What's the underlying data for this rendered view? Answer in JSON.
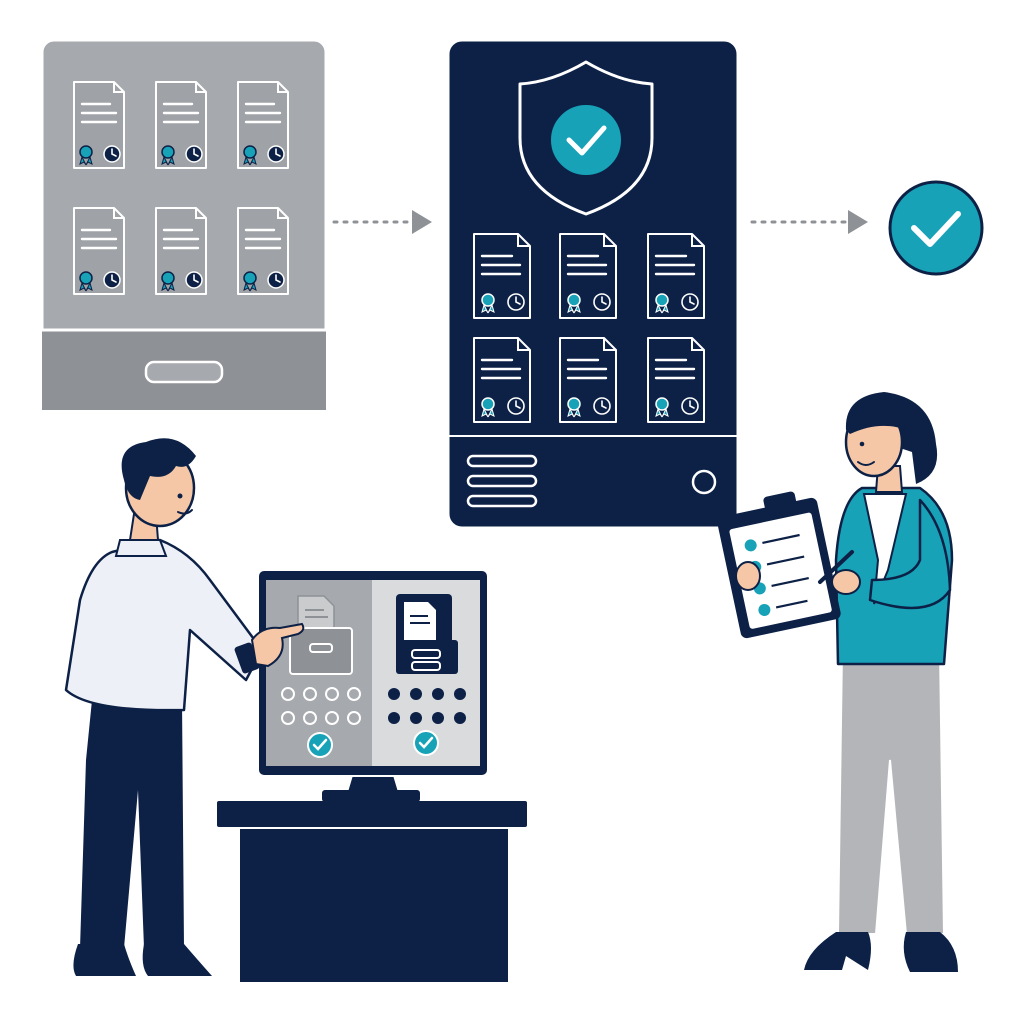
{
  "colors": {
    "navy": "#0d2147",
    "teal": "#17a2b8",
    "gray_dark": "#8e9196",
    "gray_mid": "#a6a9ad",
    "gray_light": "#c9cbcd",
    "white": "#ffffff",
    "skin": "#f6c7a6",
    "shirt": "#eef0f7",
    "pants_gray": "#b3b5b8"
  },
  "illustration": {
    "legacy_cabinet": {
      "document_count": 6,
      "document_icons": [
        "document-icon",
        "certificate-badge-icon",
        "clock-icon"
      ]
    },
    "secure_server": {
      "document_count": 6,
      "shield_icon": "shield-check-icon"
    },
    "flow_arrows": [
      "dotted-arrow-icon",
      "dotted-arrow-icon"
    ],
    "verified_badge": "check-circle-icon",
    "monitor": {
      "left_panel_icons": [
        "document-icon",
        "file-drawer-icon",
        "check-circle-icon"
      ],
      "right_panel_icons": [
        "document-icon",
        "file-drawer-icon",
        "check-circle-icon"
      ],
      "dot_rows": 2,
      "dots_per_row": 4
    },
    "auditor_clipboard": {
      "checked_items": 4,
      "icons": [
        "clipboard-icon",
        "pen-icon"
      ]
    }
  }
}
